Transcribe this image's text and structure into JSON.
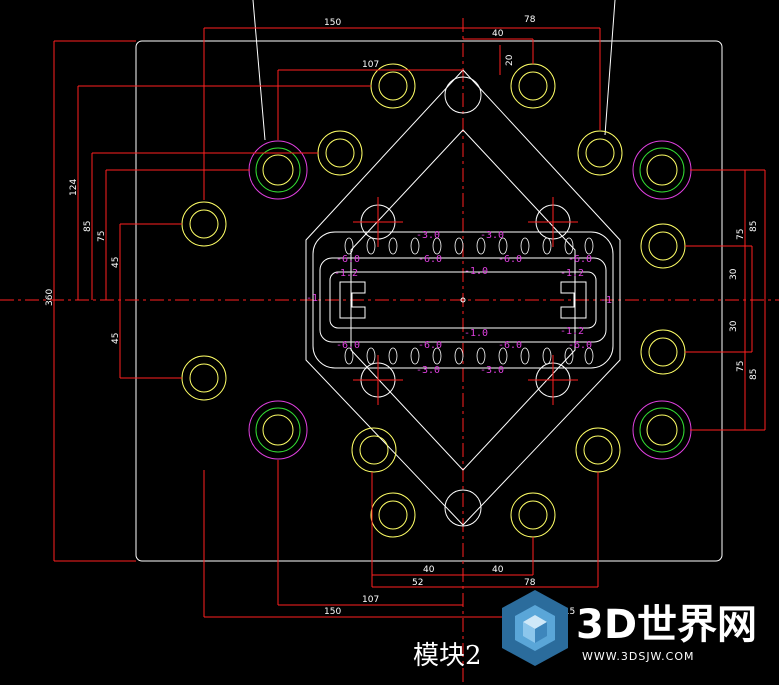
{
  "drawing": {
    "caption": "模块2",
    "colors": {
      "background": "#000000",
      "outline": "#ffffff",
      "dimension": "#ff2020",
      "annotation": "#e040e0",
      "bolt_outer": "#ffff66",
      "bolt_green": "#33dd33"
    },
    "dims_top": {
      "d150": "150",
      "d78": "78",
      "d40": "40",
      "d107": "107",
      "d20": "20"
    },
    "dims_left": {
      "d360": "360",
      "d124": "124",
      "d85": "85",
      "d75": "75",
      "d45a": "45",
      "d45b": "45"
    },
    "dims_right": {
      "d75a": "75",
      "d85a": "85",
      "d30a": "30",
      "d30b": "30",
      "d75b": "75",
      "d85b": "85"
    },
    "dims_bottom": {
      "d40a": "40",
      "d40b": "40",
      "d52": "52",
      "d78": "78",
      "d107": "107",
      "d150": "150",
      "d115": "115"
    },
    "annotations": {
      "n30a": "-3.0",
      "n30b": "-3.0",
      "n30c": "-3.0",
      "n30d": "-3.0",
      "n60a": "-6.0",
      "n60b": "-6.0",
      "n60c": "-6.0",
      "n60d": "-6.0",
      "n60e": "-6.0",
      "n60f": "-6.0",
      "n60g": "-6.0",
      "n60h": "-6.0",
      "n12a": "-1.2",
      "n12b": "-1.2",
      "n12c": "-1.2",
      "n10a": "-1.0",
      "n10b": "-1.0",
      "n10c": "-1",
      "n10d": "-1"
    }
  },
  "watermark": {
    "brand": "3D世界网",
    "url": "WWW.3DSJW.COM"
  }
}
